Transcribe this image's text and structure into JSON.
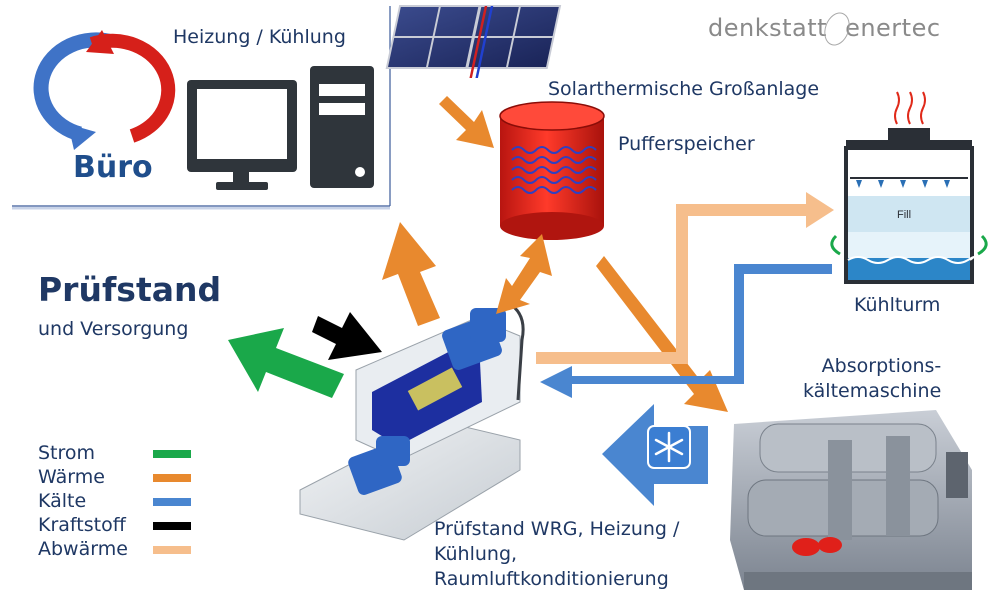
{
  "office": {
    "caption": "Heizung / Kühlung",
    "title": "Büro"
  },
  "solar": {
    "label": "Solarthermische Großanlage"
  },
  "buffer": {
    "label": "Pufferspeicher"
  },
  "cooling_tower": {
    "label": "Kühlturm",
    "fill_text": "Fill"
  },
  "chiller": {
    "label_line1": "Absorptions-",
    "label_line2": "kältemaschine"
  },
  "test_bench": {
    "title": "Prüfstand",
    "subtitle": "und Versorgung"
  },
  "bottom_label": {
    "line1": "Prüfstand WRG, Heizung /",
    "line2": "Kühlung,",
    "line3": "Raumluftkonditionierung"
  },
  "logo": {
    "part1": "denkstatt",
    "part2": "enertec"
  },
  "legend": [
    {
      "label": "Strom",
      "color": "#1aa84a"
    },
    {
      "label": "Wärme",
      "color": "#e8892e"
    },
    {
      "label": "Kälte",
      "color": "#4a86d0"
    },
    {
      "label": "Kraftstoff",
      "color": "#000000"
    },
    {
      "label": "Abwärme",
      "color": "#f6be8c"
    }
  ],
  "colors": {
    "strom": "#1aa84a",
    "waerme": "#e8892e",
    "kaelte": "#4a86d0",
    "kraftstoff": "#000000",
    "abwaerme": "#f6be8c",
    "buffer_red": "#e8201a",
    "text": "#1f3864"
  }
}
